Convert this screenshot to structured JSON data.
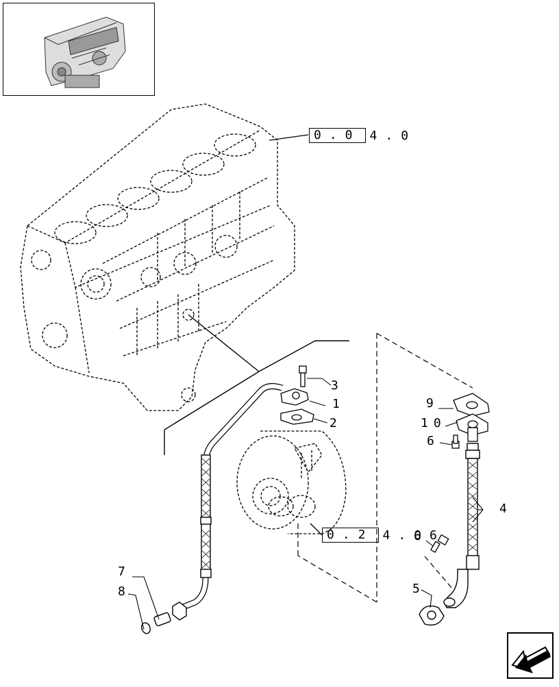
{
  "refs": {
    "block": {
      "boxed": "0.0",
      "rest": "4.0"
    },
    "turbo": {
      "boxed": "0.2",
      "rest": "4.06"
    }
  },
  "callouts": [
    "1",
    "2",
    "3",
    "4",
    "5",
    "6",
    "6",
    "7",
    "8",
    "9",
    "10"
  ],
  "colors": {
    "line": "#000000",
    "background": "#ffffff"
  },
  "icons": {
    "nav": "arrow-back-icon"
  }
}
